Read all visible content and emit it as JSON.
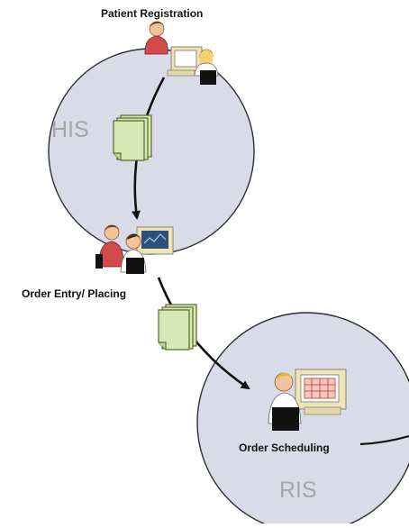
{
  "labels": {
    "patient_registration": "Patient Registration",
    "order_entry": "Order Entry/ Placing",
    "order_scheduling": "Order Scheduling"
  },
  "systems": {
    "his": "HIS",
    "ris": "RIS"
  },
  "colors": {
    "circle_fill": "#d9dbe8",
    "circle_stroke": "#2f2f2f",
    "document_fill": "#d6e8b3",
    "document_stroke": "#556b2f",
    "arrow": "#111111",
    "system_label": "#a6a6aa"
  },
  "icons": [
    "person-at-computer-icon",
    "document-stack-icon",
    "arrow-icon"
  ]
}
